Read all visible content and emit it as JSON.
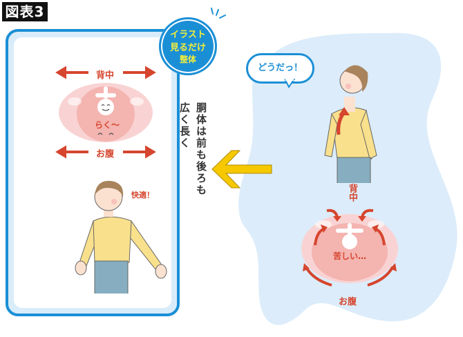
{
  "figure": {
    "label": "図表3"
  },
  "badge": {
    "line1": "イラスト",
    "line2": "見るだけ",
    "line3": "整体",
    "color": "#1a8fd6",
    "text_color": "#f4ee3a"
  },
  "left_panel": {
    "torso_diagram": {
      "top_label": "背中",
      "bottom_label": "お腹",
      "face_caption": "らく〜"
    },
    "person_caption": "快適！",
    "vertical_text": {
      "column1": "胴体は前も後ろも",
      "column2": "広く長く"
    },
    "border_color": "#1a8fd6"
  },
  "transition_arrow": {
    "direction": "left",
    "color": "#f5c800"
  },
  "right_panel": {
    "speech_bubble": "どうだっ！",
    "torso_diagram": {
      "top_label": "背中",
      "bottom_label": "お腹",
      "face_caption": "苦しい…"
    },
    "background_color": "#dcecfa"
  },
  "colors": {
    "accent_red": "#d6452e",
    "torso_pink": "#f6c4c4",
    "shirt_yellow": "#f9e08c",
    "pants_blue": "#86aec0",
    "hair_brown": "#a8835c"
  }
}
